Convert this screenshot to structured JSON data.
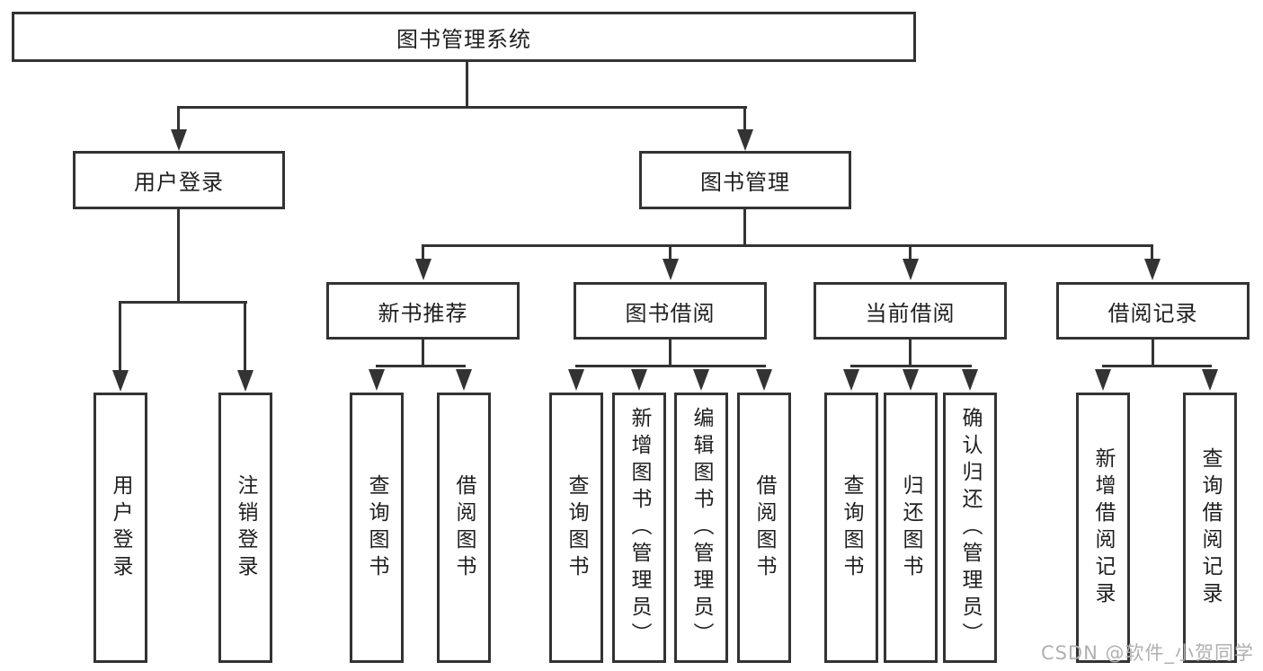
{
  "diagram": {
    "root": {
      "label": "图书管理系统"
    },
    "branches": [
      {
        "label": "用户登录",
        "children": [
          {
            "label": "用户登录"
          },
          {
            "label": "注销登录"
          }
        ]
      },
      {
        "label": "图书管理",
        "children": [
          {
            "label": "新书推荐",
            "children": [
              {
                "label": "查询图书"
              },
              {
                "label": "借阅图书"
              }
            ]
          },
          {
            "label": "图书借阅",
            "children": [
              {
                "label": "查询图书"
              },
              {
                "label": "新增图书（管理员）"
              },
              {
                "label": "编辑图书（管理员）"
              },
              {
                "label": "借阅图书"
              }
            ]
          },
          {
            "label": "当前借阅",
            "children": [
              {
                "label": "查询图书"
              },
              {
                "label": "归还图书"
              },
              {
                "label": "确认归还（管理员）"
              }
            ]
          },
          {
            "label": "借阅记录",
            "children": [
              {
                "label": "新增借阅记录"
              },
              {
                "label": "查询借阅记录"
              }
            ]
          }
        ]
      }
    ]
  },
  "watermark": {
    "text": "CSDN @软件_小贺同学"
  },
  "colors": {
    "line": "#333333",
    "box_background": "#ffffff",
    "text": "#1f1f1f",
    "watermark": "#b0b0b0"
  }
}
